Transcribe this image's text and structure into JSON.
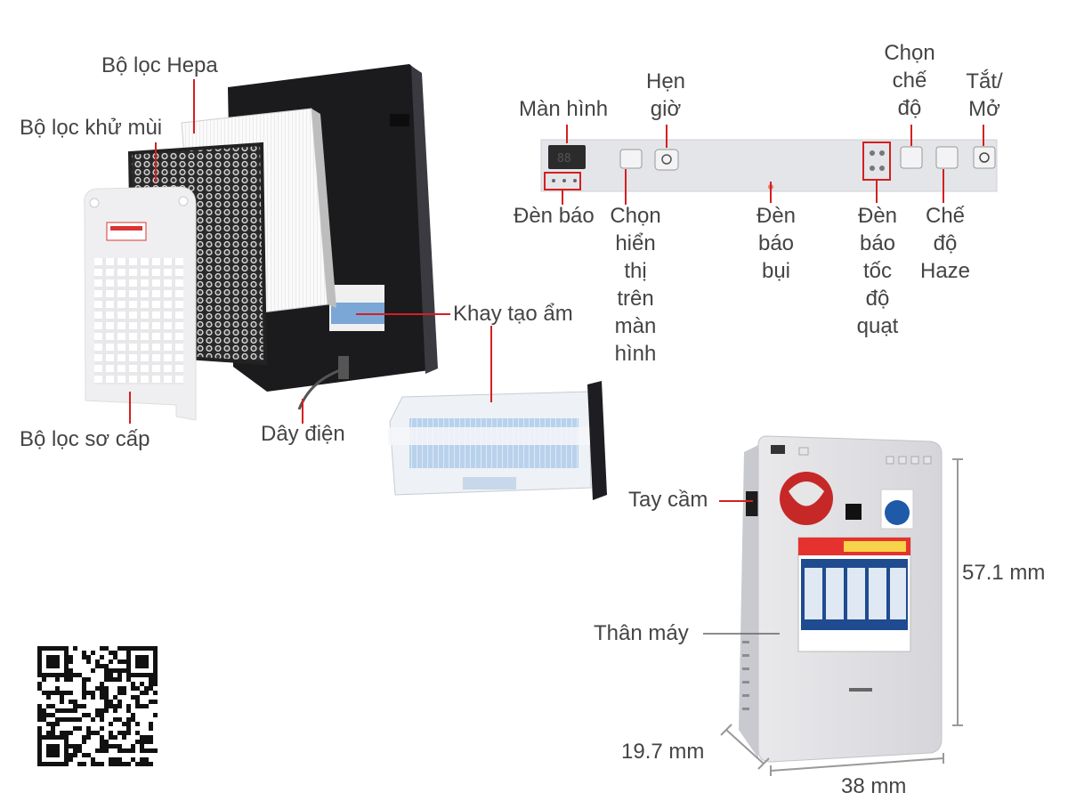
{
  "labels": {
    "hepa": "Bộ lọc Hepa",
    "deodor": "Bộ lọc khử mùi",
    "prefilter": "Bộ lọc sơ cấp",
    "cord": "Dây điện",
    "humid_tray": "Khay tạo ẩm",
    "screen": "Màn hình",
    "timer": [
      "Hẹn",
      "giờ"
    ],
    "mode_select": [
      "Chọn",
      "chế",
      "độ"
    ],
    "power": [
      "Tắt/",
      "Mở"
    ],
    "indicator": "Đèn báo",
    "display_select": [
      "Chọn",
      "hiển",
      "thị",
      "trên",
      "màn",
      "hình"
    ],
    "dust_light": [
      "Đèn",
      "báo",
      "bụi"
    ],
    "fan_speed_light": [
      "Đèn",
      "báo",
      "tốc",
      "độ",
      "quạt"
    ],
    "haze_mode": [
      "Chế",
      "độ",
      "Haze"
    ],
    "handle": "Tay cầm",
    "body": "Thân máy"
  },
  "dimensions": {
    "height": "57.1 mm",
    "depth": "19.7 mm",
    "width": "38 mm"
  },
  "colors": {
    "callout": "#d42020",
    "dim_line": "#999999",
    "text": "#444444"
  }
}
